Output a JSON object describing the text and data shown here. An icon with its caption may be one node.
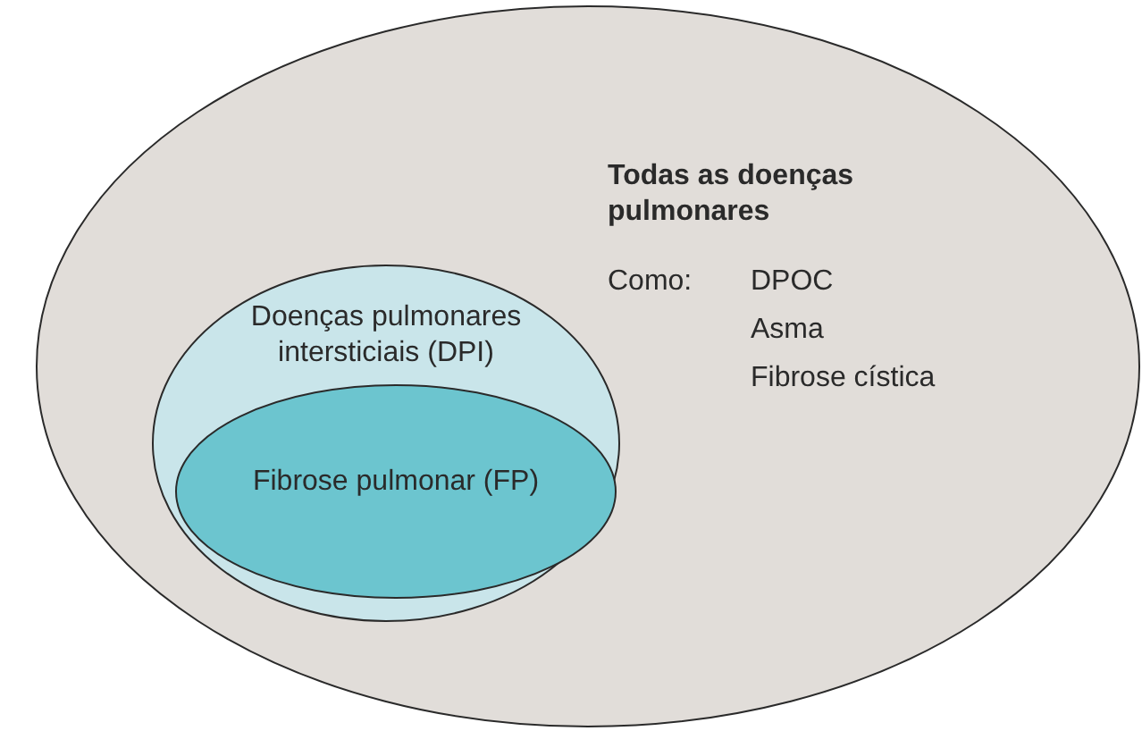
{
  "diagram": {
    "nodes": [
      {
        "text": [
          "Todas as doenças pulmonares",
          "Como:",
          "DPOC",
          "Asma",
          "Fibrose cística"
        ]
      },
      {
        "text": [
          "Doenças pulmonares intersticiais (DPI)"
        ],
        "in": 0
      },
      {
        "text": [
          "Fibrose pulmonar (FP)"
        ],
        "in": 1
      }
    ]
  }
}
